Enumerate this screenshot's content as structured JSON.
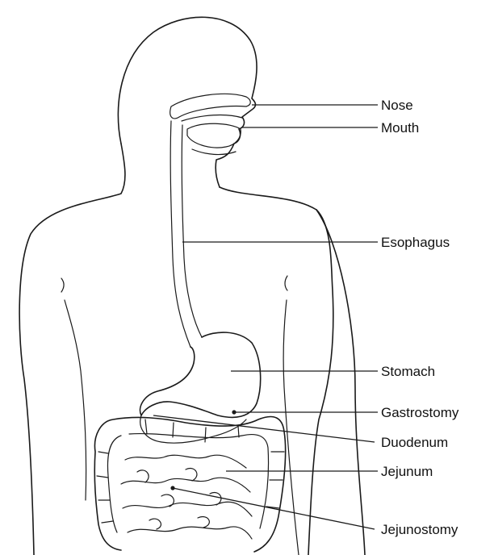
{
  "labels": {
    "nose": "Nose",
    "mouth": "Mouth",
    "esophagus": "Esophagus",
    "stomach": "Stomach",
    "gastrostomy": "Gastrostomy",
    "duodenum": "Duodenum",
    "jejunum": "Jejunum",
    "jejunostomy": "Jejunostomy"
  }
}
